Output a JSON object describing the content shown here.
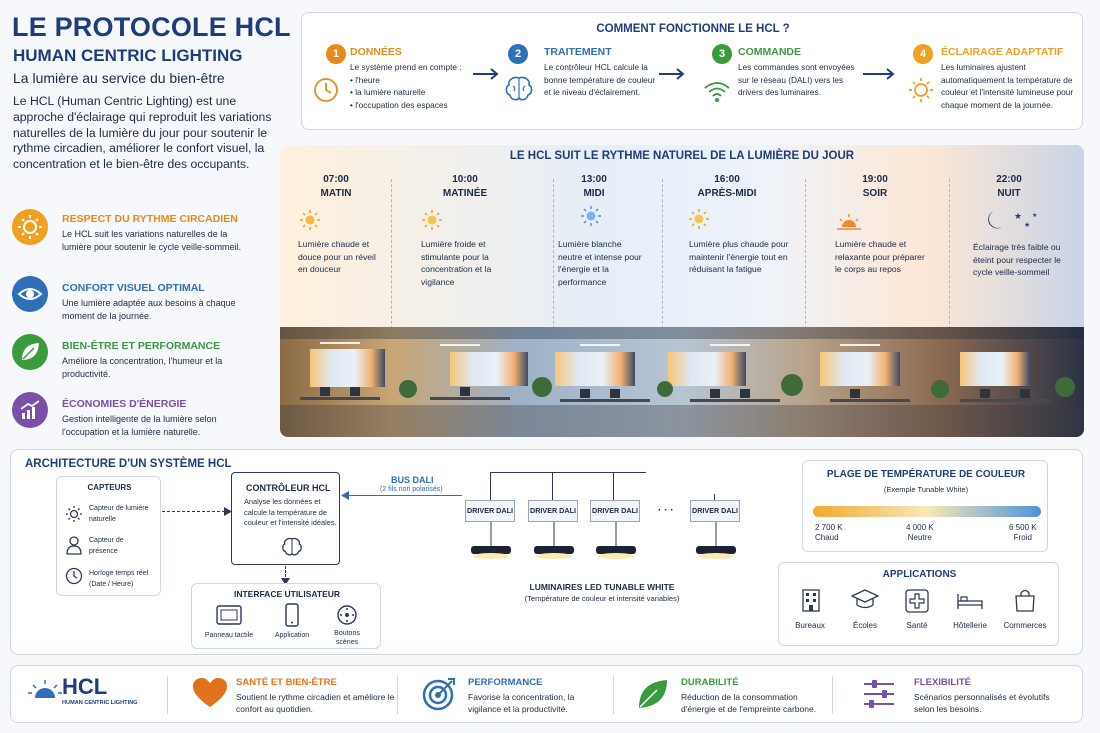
{
  "header": {
    "title": "LE PROTOCOLE HCL",
    "subtitle": "HUMAN CENTRIC LIGHTING",
    "tagline": "La lumière au service du bien-être",
    "intro": "Le HCL (Human Centric Lighting) est une approche d'éclairage qui reproduit les variations naturelles de la lumière du jour pour soutenir le rythme circadien, améliorer le confort visuel, la concentration et le bien-être des occupants."
  },
  "benefits": [
    {
      "title": "RESPECT DU RYTHME CIRCADIEN",
      "desc": "Le HCL suit les variations naturelles de la lumière pour soutenir le cycle veille-sommeil.",
      "color": "#f0a020",
      "icon": "sun-icon"
    },
    {
      "title": "CONFORT VISUEL OPTIMAL",
      "desc": "Une lumière adaptée aux besoins à chaque moment de la journée.",
      "color": "#2e6fb7",
      "icon": "eye-icon"
    },
    {
      "title": "BIEN-ÊTRE ET PERFORMANCE",
      "desc": "Améliore la concentration, l'humeur et la productivité.",
      "color": "#3a9a3e",
      "icon": "leaf-icon"
    },
    {
      "title": "ÉCONOMIES D'ÉNERGIE",
      "desc": "Gestion intelligente de la lumière selon l'occupation et la lumière naturelle.",
      "color": "#7a4fa8",
      "icon": "chart-up-icon"
    }
  ],
  "how": {
    "title": "COMMENT FONCTIONNE LE HCL ?",
    "steps": [
      {
        "num": "1",
        "title": "DONNÉES",
        "intro": "Le système prend en compte :",
        "bullets": [
          "l'heure",
          "la lumière naturelle",
          "l'occupation des espaces"
        ],
        "color": "#e88a1a",
        "icon": "clock-icon"
      },
      {
        "num": "2",
        "title": "TRAITEMENT",
        "desc": "Le contrôleur HCL calcule la bonne température de couleur et le niveau d'éclairement.",
        "color": "#2e6fb7",
        "icon": "brain-icon"
      },
      {
        "num": "3",
        "title": "COMMANDE",
        "desc": "Les commandes sont envoyées sur le réseau (DALI) vers les drivers des luminaires.",
        "color": "#3a9a3e",
        "icon": "wifi-icon"
      },
      {
        "num": "4",
        "title": "ÉCLAIRAGE ADAPTATIF",
        "desc": "Les luminaires ajustent automatiquement la température de couleur et l'intensité lumineuse pour chaque moment de la journée.",
        "color": "#f0a020",
        "icon": "sun-icon"
      }
    ]
  },
  "rhythm": {
    "title": "LE HCL SUIT LE RYTHME NATUREL DE LA LUMIÈRE DU JOUR",
    "periods": [
      {
        "time": "07:00",
        "name": "MATIN",
        "desc": "Lumière chaude et douce pour un réveil en douceur",
        "icon": "sun-icon"
      },
      {
        "time": "10:00",
        "name": "MATINÉE",
        "desc": "Lumière froide et stimulante pour la concentration et la vigilance",
        "icon": "sun-icon"
      },
      {
        "time": "13:00",
        "name": "MIDI",
        "desc": "Lumière blanche neutre et intense pour l'énergie et la performance",
        "icon": "sun-icon"
      },
      {
        "time": "16:00",
        "name": "APRÈS-MIDI",
        "desc": "Lumière plus chaude pour maintenir l'énergie tout en réduisant la fatigue",
        "icon": "sun-icon"
      },
      {
        "time": "19:00",
        "name": "SOIR",
        "desc": "Lumière chaude et relaxante pour préparer le corps au repos",
        "icon": "sunset-icon"
      },
      {
        "time": "22:00",
        "name": "NUIT",
        "desc": "Éclairage très faible ou éteint pour respecter le cycle veille-sommeil",
        "icon": "moon-icon"
      }
    ]
  },
  "architecture": {
    "title": "ARCHITECTURE D'UN SYSTÈME HCL",
    "sensors_title": "CAPTEURS",
    "sensors": [
      {
        "label": "Capteur de lumière naturelle",
        "icon": "sun-icon"
      },
      {
        "label": "Capteur de présence",
        "icon": "person-icon"
      },
      {
        "label": "Horloge temps réel (Date / Heure)",
        "icon": "clock-icon"
      }
    ],
    "controller_title": "CONTRÔLEUR HCL",
    "controller_desc": "Analyse les données et calcule la température de couleur et l'intensité idéales.",
    "bus_title": "BUS DALI",
    "bus_sub": "(2 fils non polarisés)",
    "driver_label": "DRIVER DALI",
    "ellipsis": "· · ·",
    "ui_title": "INTERFACE UTILISATEUR",
    "ui_items": [
      {
        "label": "Panneau tactile",
        "icon": "touch-panel-icon"
      },
      {
        "label": "Application",
        "icon": "smartphone-icon"
      },
      {
        "label": "Boutons scènes",
        "icon": "scene-button-icon"
      }
    ],
    "luminaires_title": "LUMINAIRES LED TUNABLE WHITE",
    "luminaires_sub": "(Température de couleur et intensité variables)"
  },
  "temperature": {
    "title": "PLAGE DE TEMPÉRATURE DE COULEUR",
    "sub": "(Exemple Tunable White)",
    "stops": [
      {
        "value": "2 700 K",
        "label": "Chaud"
      },
      {
        "value": "4 000 K",
        "label": "Neutre"
      },
      {
        "value": "6 500 K",
        "label": "Froid"
      }
    ]
  },
  "applications": {
    "title": "APPLICATIONS",
    "items": [
      {
        "label": "Bureaux",
        "icon": "building-icon"
      },
      {
        "label": "Écoles",
        "icon": "graduation-cap-icon"
      },
      {
        "label": "Santé",
        "icon": "medical-cross-icon"
      },
      {
        "label": "Hôtellerie",
        "icon": "bed-icon"
      },
      {
        "label": "Commerces",
        "icon": "shopping-bag-icon"
      }
    ]
  },
  "footer": {
    "logo": "HCL",
    "logo_sub": "HUMAN CENTRIC LIGHTING",
    "items": [
      {
        "title": "SANTÉ ET BIEN-ÊTRE",
        "desc": "Soutient le rythme circadien et améliore le confort au quotidien.",
        "color": "#e2711d",
        "icon": "heart-icon"
      },
      {
        "title": "PERFORMANCE",
        "desc": "Favorise la concentration, la vigilance et la productivité.",
        "color": "#2e6fb7",
        "icon": "target-icon"
      },
      {
        "title": "DURABILITÉ",
        "desc": "Réduction de la consommation d'énergie et de l'empreinte carbone.",
        "color": "#3a9a3e",
        "icon": "leaf-icon"
      },
      {
        "title": "FLEXIBILITÉ",
        "desc": "Scénarios personnalisés et évolutifs selon les besoins.",
        "color": "#7a4fa8",
        "icon": "sliders-icon"
      }
    ]
  }
}
